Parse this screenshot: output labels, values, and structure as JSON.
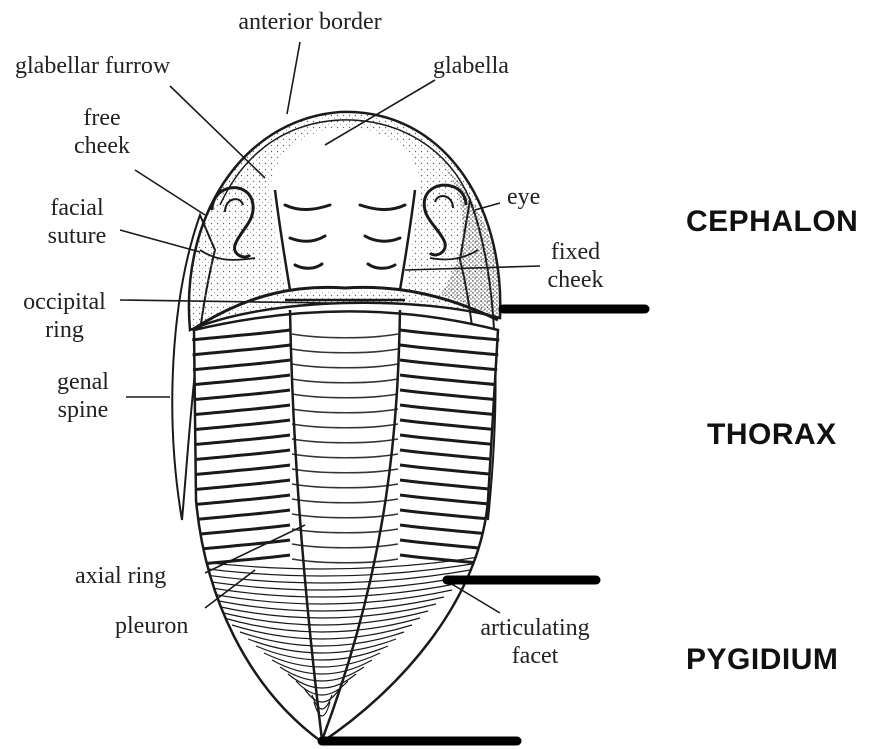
{
  "labels": {
    "anterior_border": "anterior border",
    "glabellar_furrow": "glabellar furrow",
    "glabella": "glabella",
    "free_cheek": [
      "free",
      "cheek"
    ],
    "facial_suture": [
      "facial",
      "suture"
    ],
    "occipital_ring": [
      "occipital",
      "ring"
    ],
    "genal_spine": [
      "genal",
      "spine"
    ],
    "axial_ring": "axial ring",
    "pleuron": "pleuron",
    "eye": "eye",
    "fixed_cheek": [
      "fixed",
      "cheek"
    ],
    "articulating_facet": [
      "articulating",
      "facet"
    ]
  },
  "sections": {
    "cephalon": "CEPHALON",
    "thorax": "THORAX",
    "pygidium": "PYGIDIUM"
  },
  "colors": {
    "ink": "#1a1a1a",
    "stipple": "#555555",
    "label_text": "#222222",
    "background": "#ffffff"
  }
}
